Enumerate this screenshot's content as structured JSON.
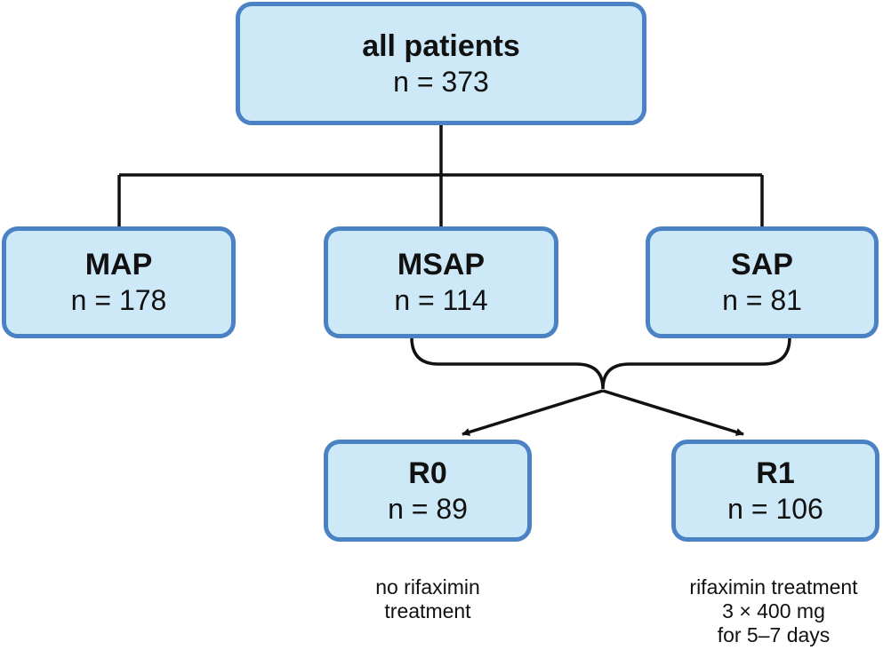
{
  "nodes": {
    "all": {
      "title": "all patients",
      "count": "n = 373"
    },
    "map": {
      "title": "MAP",
      "count": "n = 178"
    },
    "msap": {
      "title": "MSAP",
      "count": "n = 114"
    },
    "sap": {
      "title": "SAP",
      "count": "n = 81"
    },
    "r0": {
      "title": "R0",
      "count": "n = 89"
    },
    "r1": {
      "title": "R1",
      "count": "n = 106"
    }
  },
  "notes": {
    "r0": [
      "no rifaximin",
      "treatment"
    ],
    "r1": [
      "rifaximin treatment",
      "3 × 400 mg",
      "for 5–7 days"
    ]
  },
  "colors": {
    "box_fill": "#cde9f8",
    "box_border": "#4a82c4",
    "line": "#111111"
  }
}
